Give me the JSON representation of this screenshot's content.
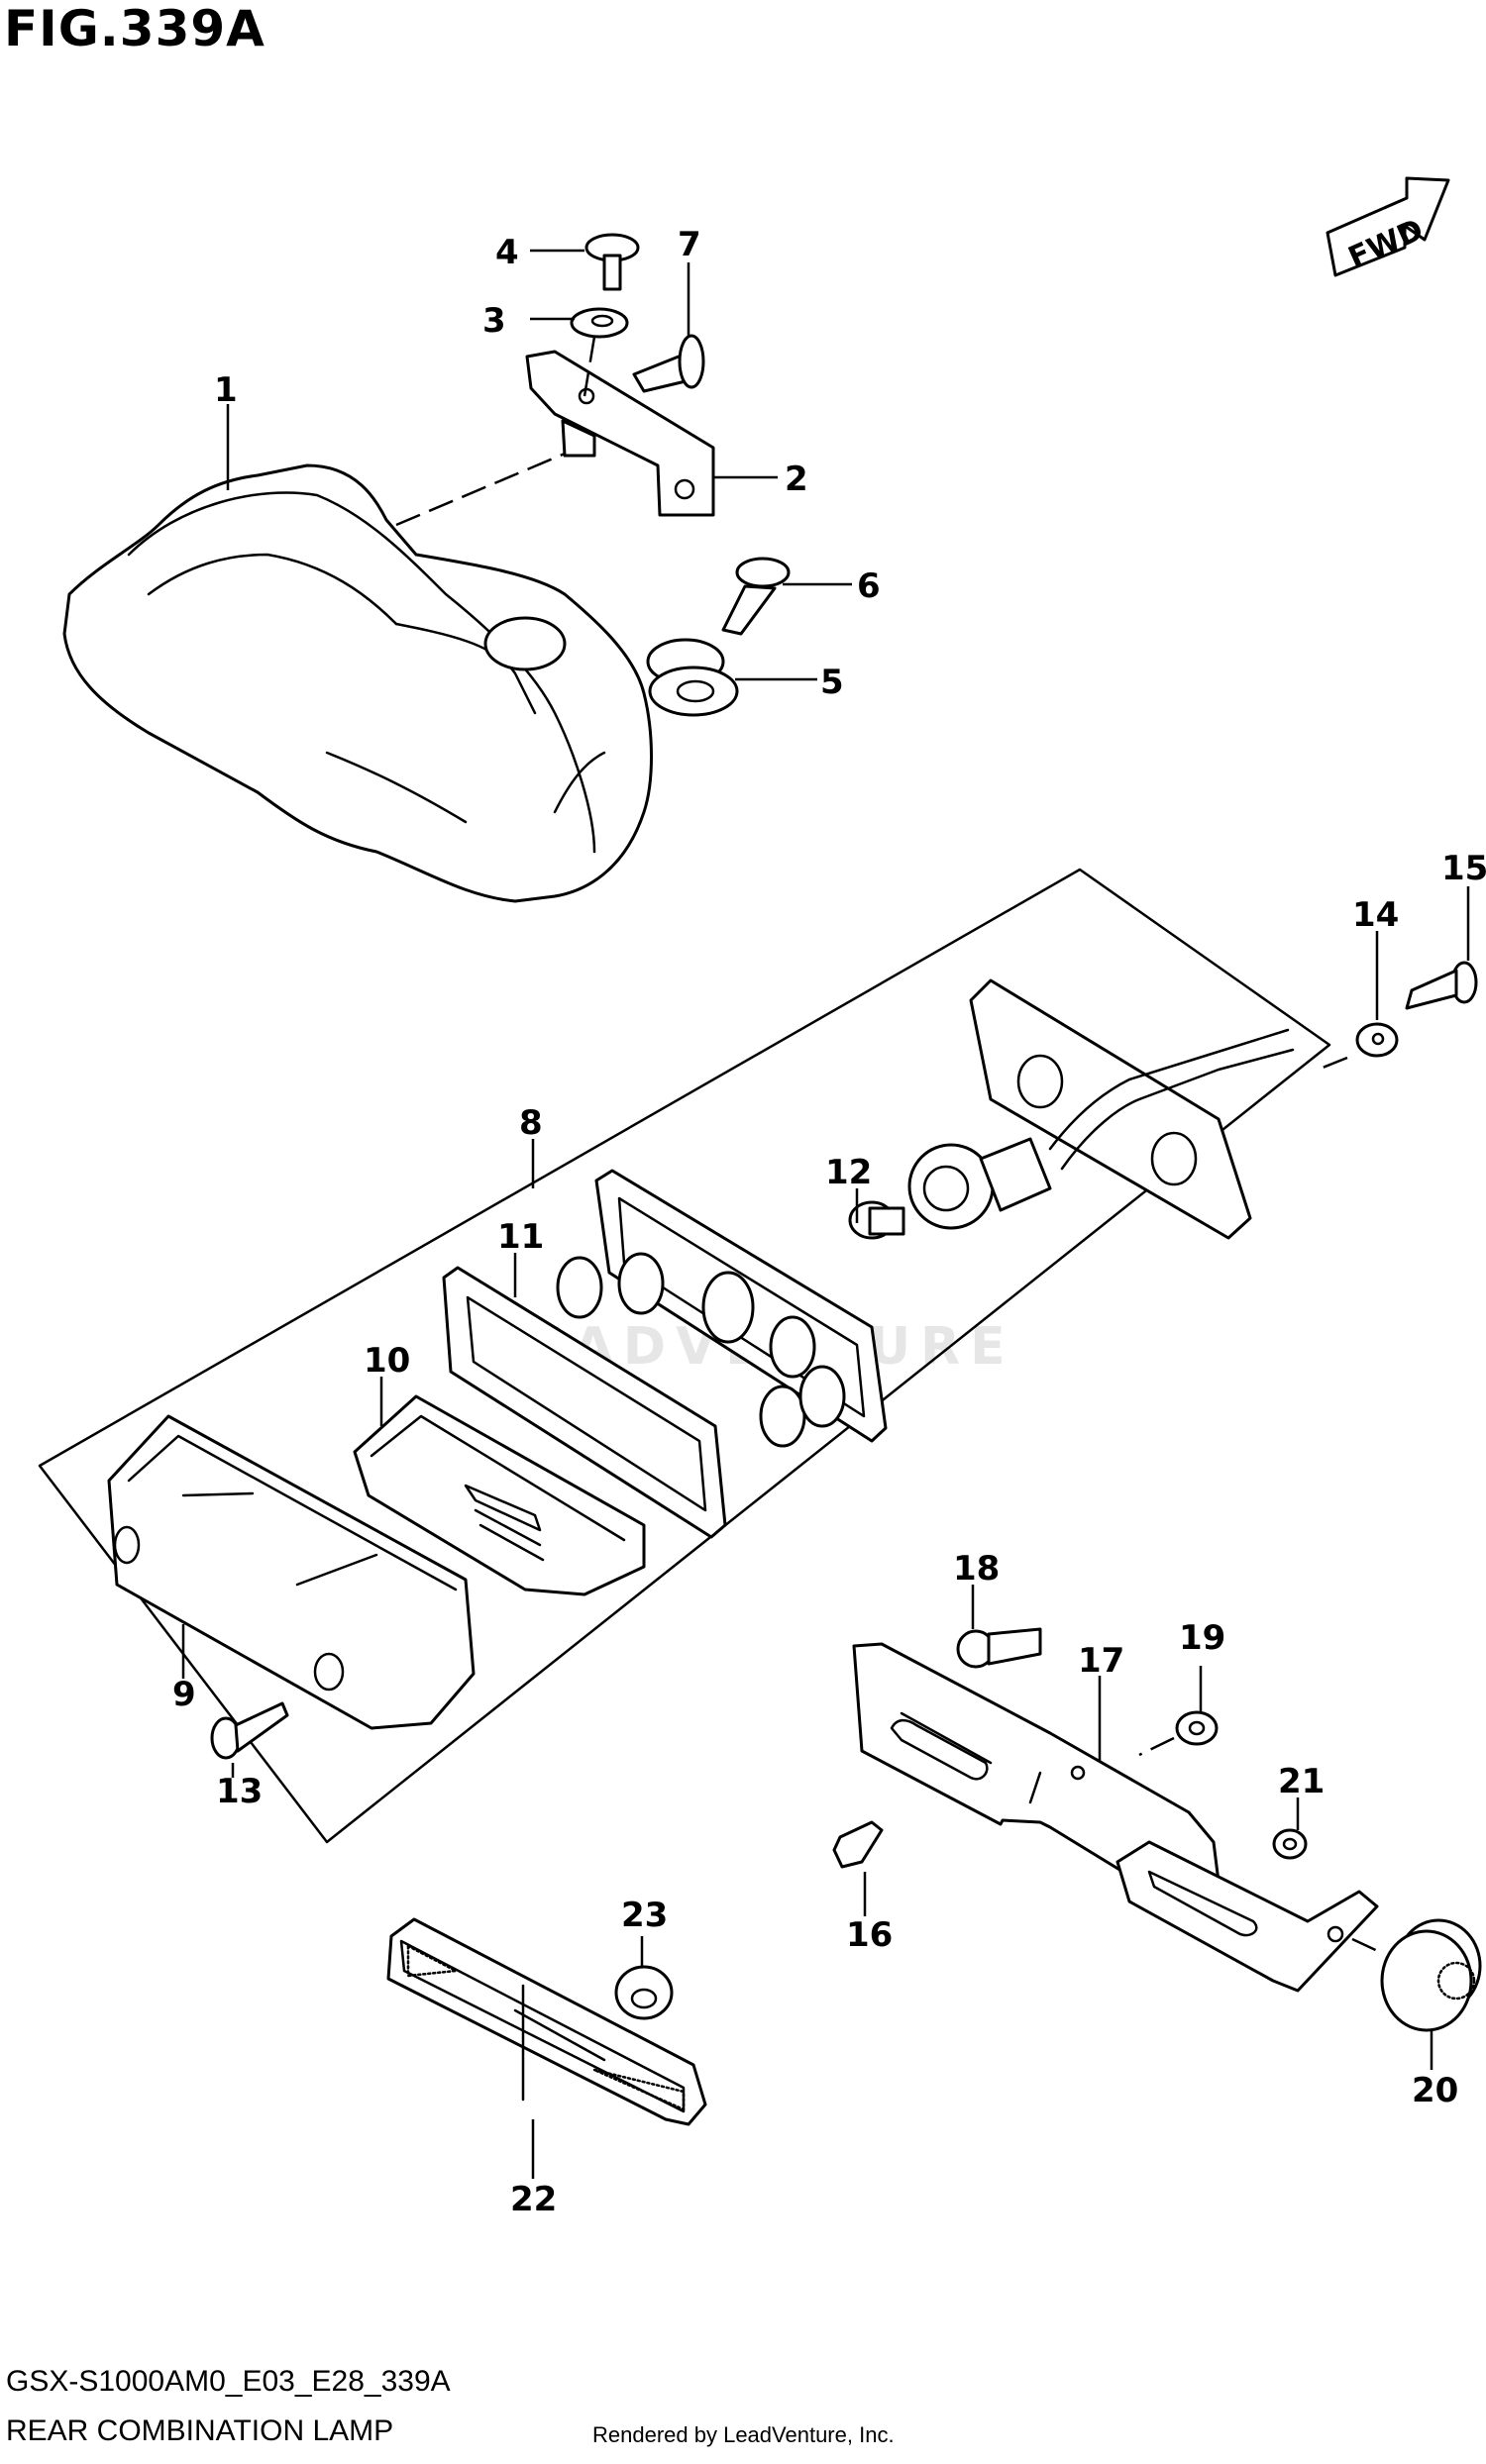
{
  "figure": {
    "title": "FIG.339A",
    "model_code": "GSX-S1000AM0_E03_E28_339A",
    "name": "REAR COMBINATION LAMP",
    "render_credit": "Rendered by LeadVenture, Inc.",
    "direction_label": "FWD",
    "watermark": "LEADVENTURE"
  },
  "callouts": [
    {
      "label": "1"
    },
    {
      "label": "2"
    },
    {
      "label": "3"
    },
    {
      "label": "4"
    },
    {
      "label": "5"
    },
    {
      "label": "6"
    },
    {
      "label": "7"
    },
    {
      "label": "8"
    },
    {
      "label": "9"
    },
    {
      "label": "10"
    },
    {
      "label": "11"
    },
    {
      "label": "12"
    },
    {
      "label": "13"
    },
    {
      "label": "14"
    },
    {
      "label": "15"
    },
    {
      "label": "16"
    },
    {
      "label": "17"
    },
    {
      "label": "18"
    },
    {
      "label": "19"
    },
    {
      "label": "20"
    },
    {
      "label": "21"
    },
    {
      "label": "22"
    },
    {
      "label": "23"
    }
  ]
}
